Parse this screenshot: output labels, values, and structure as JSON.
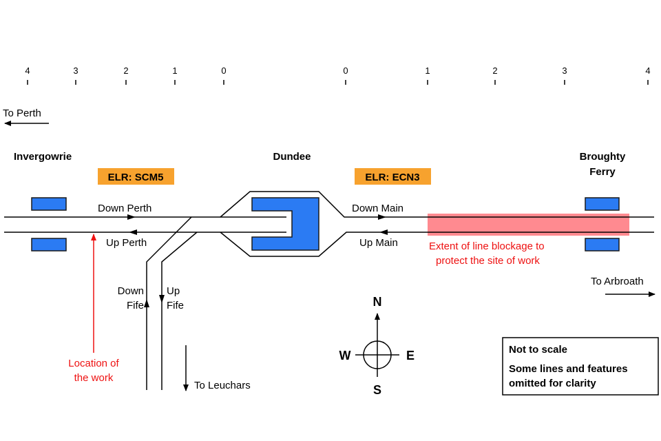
{
  "colors": {
    "station_block": "#2b7bf3",
    "elr_badge": "#f7a22e",
    "blockage": "#ff8a90",
    "annotation": "#ee1111",
    "line": "#000000"
  },
  "mileage_scale": {
    "left_ticks": [
      "4",
      "3",
      "2",
      "1",
      "0"
    ],
    "right_ticks": [
      "0",
      "1",
      "2",
      "3",
      "4"
    ]
  },
  "directions": {
    "to_perth": "To Perth",
    "to_arbroath": "To Arbroath",
    "to_leuchars": "To Leuchars"
  },
  "stations": {
    "invergowrie": "Invergowrie",
    "dundee": "Dundee",
    "broughty_ferry_line1": "Broughty",
    "broughty_ferry_line2": "Ferry"
  },
  "elr": {
    "west": "ELR: SCM5",
    "east": "ELR: ECN3"
  },
  "lines": {
    "down_perth": "Down Perth",
    "up_perth": "Up Perth",
    "down_main": "Down Main",
    "up_main": "Up Main",
    "down_fife_1": "Down",
    "down_fife_2": "Fife",
    "up_fife_1": "Up",
    "up_fife_2": "Fife"
  },
  "annotations": {
    "work_location_1": "Location of",
    "work_location_2": "the work",
    "blockage_1": "Extent of line blockage to",
    "blockage_2": "protect the site of work"
  },
  "compass": {
    "n": "N",
    "s": "S",
    "e": "E",
    "w": "W"
  },
  "note": {
    "line1": "Not to scale",
    "line2": "Some lines and features",
    "line3": "omitted for clarity"
  }
}
